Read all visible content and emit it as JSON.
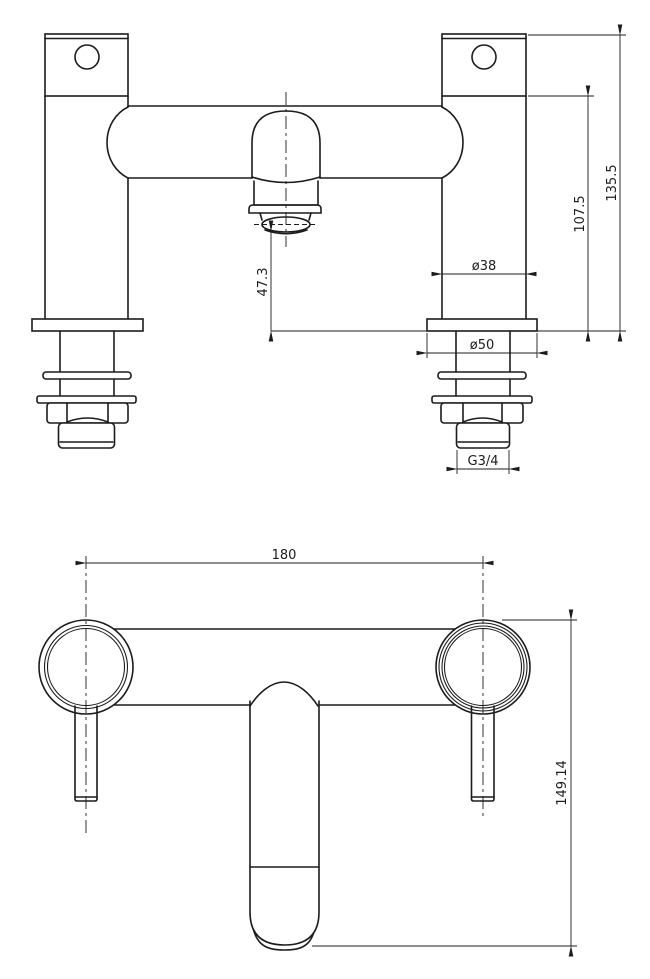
{
  "document_type": "technical-drawing",
  "subject": "bath filler tap two views",
  "colors": {
    "line": "#1c1c1c",
    "background": "#ffffff"
  },
  "dimensions": {
    "front_view": {
      "overall_height": "135.5",
      "body_height": "107.5",
      "spout_to_base": "47.3",
      "pillar_diameter": "ø38",
      "base_flange_diameter": "ø50",
      "tail_thread": "G3/4"
    },
    "plan_view": {
      "tap_centres": "180",
      "overall_depth": "149.14"
    }
  }
}
